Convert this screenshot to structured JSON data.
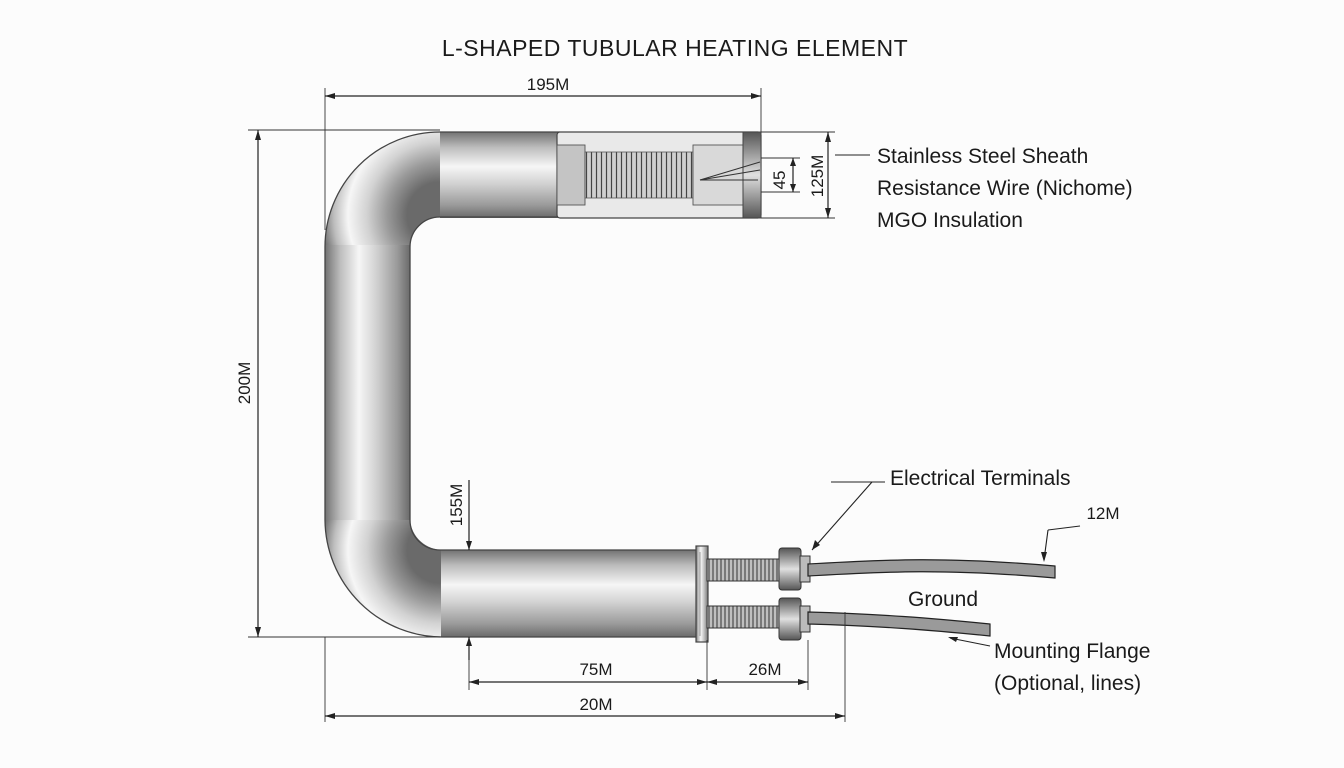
{
  "title": "L-SHAPED TUBULAR HEATING ELEMENT",
  "dimensions": {
    "top_length": "195M",
    "left_height": "200M",
    "inner_bend": "155M",
    "wire_gap": "45",
    "tube_dia": "125M",
    "lower_straight": "75M",
    "terminal_len": "26M",
    "overall_bottom": "20M",
    "lead_len": "12M"
  },
  "callouts": {
    "sheath": "Stainless Steel Sheath",
    "wire": "Resistance Wire (Nichome)",
    "insulation": "MGO Insulation",
    "terminals": "Electrical Terminals",
    "ground": "Ground",
    "flange_line1": "Mounting Flange",
    "flange_line2": "(Optional, lines)"
  },
  "colors": {
    "tube_dark": "#6f6f6f",
    "tube_light": "#f4f4f4",
    "line": "#222222",
    "background": "#fcfcfc"
  }
}
